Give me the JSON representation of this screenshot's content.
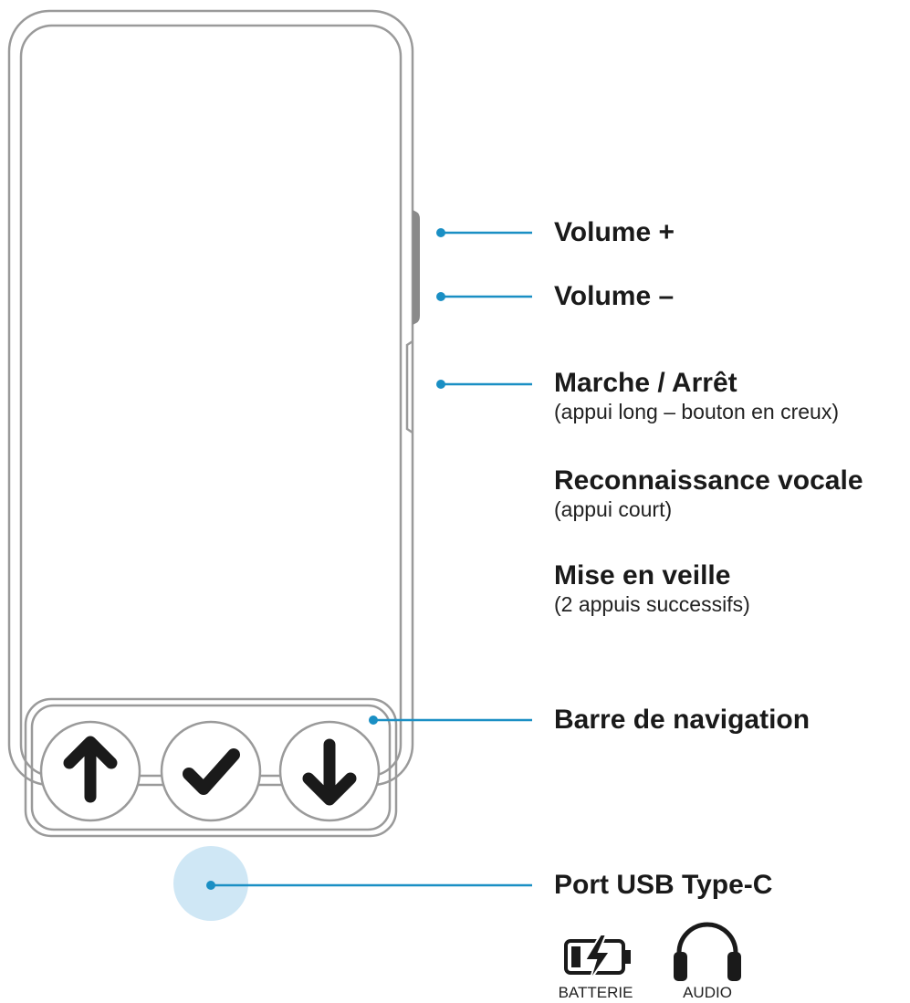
{
  "callouts": {
    "volume_up": {
      "title": "Volume +"
    },
    "volume_down": {
      "title": "Volume –"
    },
    "power": {
      "title": "Marche / Arrêt",
      "note": "(appui long – bouton en creux)",
      "extra": [
        {
          "title": "Reconnaissance vocale",
          "note": "(appui court)"
        },
        {
          "title": "Mise en veille",
          "note": "(2 appuis successifs)"
        }
      ]
    },
    "nav_bar": {
      "title": "Barre de navigation"
    },
    "usb": {
      "title": "Port USB Type-C"
    }
  },
  "usb_icons": [
    {
      "icon": "battery-charging-icon",
      "caption": "BATTERIE"
    },
    {
      "icon": "headphones-icon",
      "caption": "AUDIO"
    }
  ],
  "nav_buttons": [
    {
      "icon": "arrow-up-icon"
    },
    {
      "icon": "checkmark-icon"
    },
    {
      "icon": "arrow-down-icon"
    }
  ],
  "colors": {
    "outline": "#9a9a9a",
    "side_button": "#8a8a8a",
    "leader": "#1a8fc4",
    "usb_halo": "#cfe7f5",
    "icon_dark": "#1a1a1a"
  }
}
